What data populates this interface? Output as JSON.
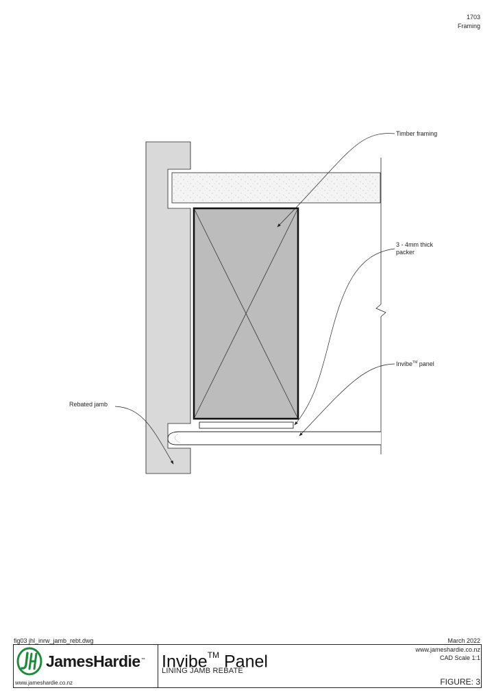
{
  "header": {
    "doc_number": "1703",
    "section": "Framing"
  },
  "callouts": {
    "timber_framing": "Timber framing",
    "packer_line1": "3 - 4mm thick",
    "packer_line2": "packer",
    "invibe_panel_pre": "Invibe",
    "invibe_panel_tm": "TM",
    "invibe_panel_post": " panel",
    "rebated_jamb": "Rebated jamb"
  },
  "title_block": {
    "file_name": "fig03 jhl_inrw_jamb_rebt.dwg",
    "date": "March 2022",
    "brand": "JamesHardie",
    "brand_tm": "™",
    "website_left": "www.jameshardie.co.nz",
    "product_name": "Invibe",
    "product_tm": "TM",
    "product_suffix": " Panel",
    "subtitle": "LINING JAMB REBATE",
    "website_right": "www.jameshardie.co.nz",
    "cad_scale": "CAD Scale 1:1",
    "figure": "FIGURE: 3"
  },
  "colors": {
    "jamb_fill": "#d9d9d9",
    "stud_fill": "#bcbcbc",
    "line": "#222222",
    "logo_green": "#1f8a3a"
  },
  "icons": {
    "logo": "jameshardie-jh-logo-icon"
  }
}
